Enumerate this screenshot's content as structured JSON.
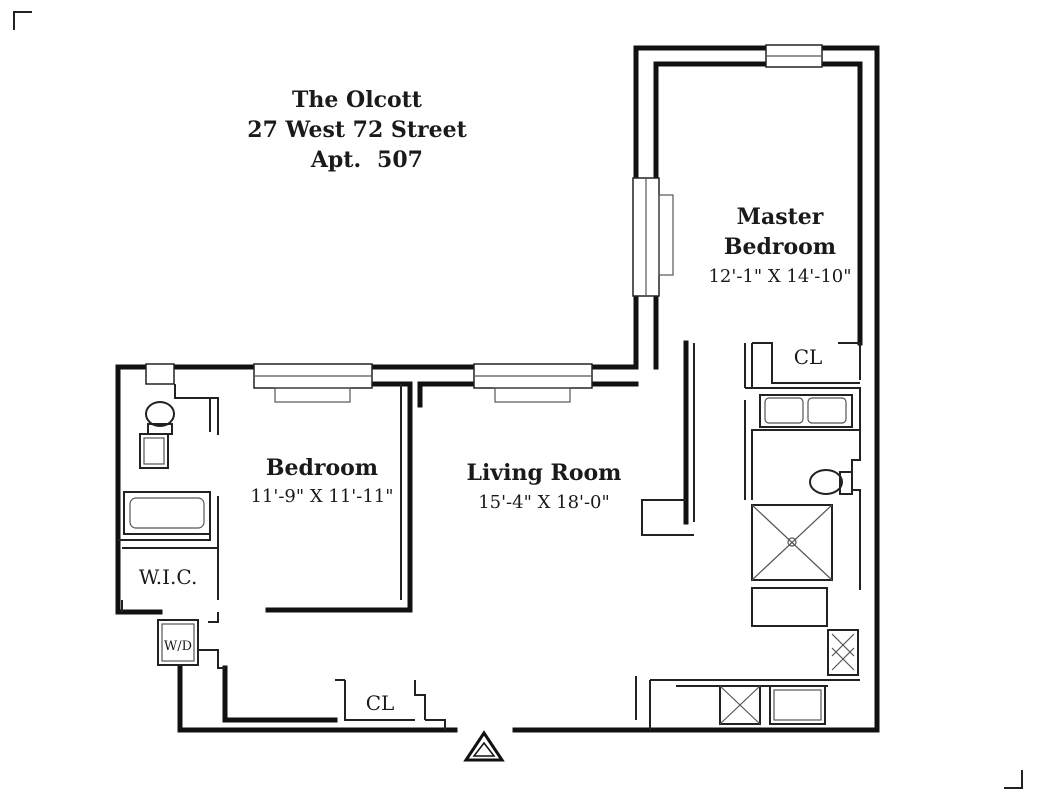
{
  "building": {
    "name": "The Olcott",
    "address": "27 West 72 Street",
    "apt_label": "Apt.",
    "apt_number": "507"
  },
  "rooms": [
    {
      "id": "master-bedroom",
      "name_line1": "Master",
      "name_line2": "Bedroom",
      "size": "12'-1\" X 14'-10\""
    },
    {
      "id": "bedroom",
      "name": "Bedroom",
      "size": "11'-9\" X 11'-11\""
    },
    {
      "id": "living-room",
      "name": "Living Room",
      "size": "15'-4\" X 18'-0\""
    }
  ],
  "labels": {
    "master_closet": "CL",
    "entry_closet": "CL",
    "walk_in_closet": "W.I.C.",
    "washer_dryer": "W/D"
  }
}
